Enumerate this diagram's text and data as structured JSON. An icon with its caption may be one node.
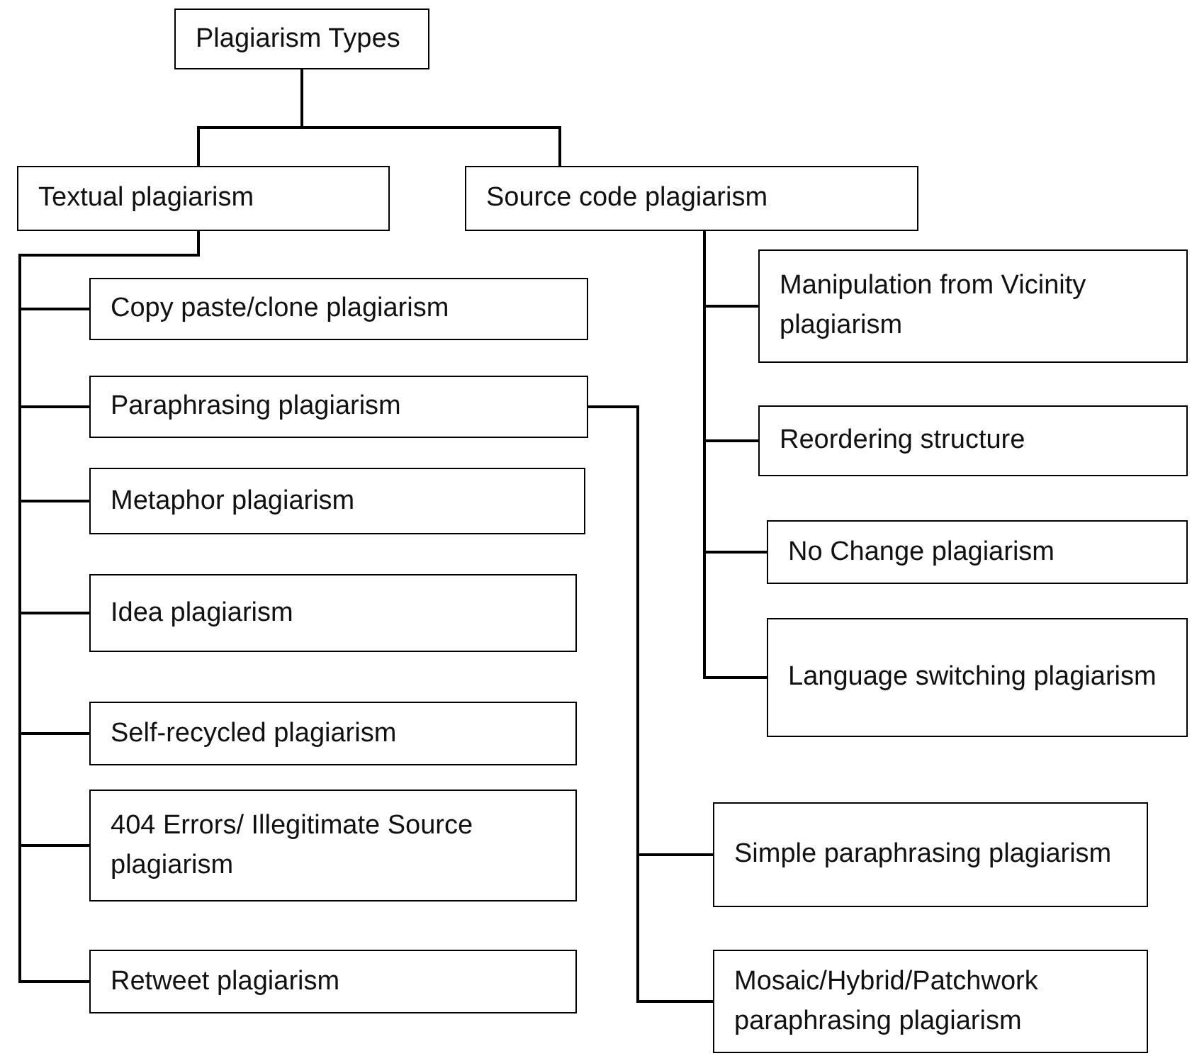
{
  "diagram": {
    "nodes": [
      {
        "text": [
          "Plagiarism Types"
        ]
      },
      {
        "text": [
          "Textual plagiarism"
        ]
      },
      {
        "text": [
          "Source code plagiarism"
        ]
      },
      {
        "text": [
          "Copy paste/clone plagiarism"
        ]
      },
      {
        "text": [
          "Paraphrasing plagiarism"
        ]
      },
      {
        "text": [
          "Metaphor plagiarism"
        ]
      },
      {
        "text": [
          "Idea plagiarism"
        ]
      },
      {
        "text": [
          "Self-recycled plagiarism"
        ]
      },
      {
        "text": [
          "404 Errors/ Illegitimate Source plagiarism"
        ]
      },
      {
        "text": [
          "Retweet plagiarism"
        ]
      },
      {
        "text": [
          "Manipulation from Vicinity plagiarism"
        ]
      },
      {
        "text": [
          "Reordering structure"
        ]
      },
      {
        "text": [
          "No Change plagiarism"
        ]
      },
      {
        "text": [
          "Language switching plagiarism"
        ]
      },
      {
        "text": [
          "Simple paraphrasing plagiarism"
        ]
      },
      {
        "text": [
          "Mosaic/Hybrid/Patchwork paraphrasing plagiarism"
        ]
      }
    ],
    "edges": [
      {
        "from": 0,
        "to": 1,
        "arrow": "none"
      },
      {
        "from": 0,
        "to": 2,
        "arrow": "none"
      },
      {
        "from": 1,
        "to": 3,
        "arrow": "none"
      },
      {
        "from": 1,
        "to": 4,
        "arrow": "none"
      },
      {
        "from": 1,
        "to": 5,
        "arrow": "none"
      },
      {
        "from": 1,
        "to": 6,
        "arrow": "none"
      },
      {
        "from": 1,
        "to": 7,
        "arrow": "none"
      },
      {
        "from": 1,
        "to": 8,
        "arrow": "none"
      },
      {
        "from": 1,
        "to": 9,
        "arrow": "none"
      },
      {
        "from": 2,
        "to": 10,
        "arrow": "none"
      },
      {
        "from": 2,
        "to": 11,
        "arrow": "none"
      },
      {
        "from": 2,
        "to": 12,
        "arrow": "none"
      },
      {
        "from": 2,
        "to": 13,
        "arrow": "none"
      },
      {
        "from": 4,
        "to": 14,
        "arrow": "none"
      },
      {
        "from": 4,
        "to": 15,
        "arrow": "none"
      }
    ]
  }
}
